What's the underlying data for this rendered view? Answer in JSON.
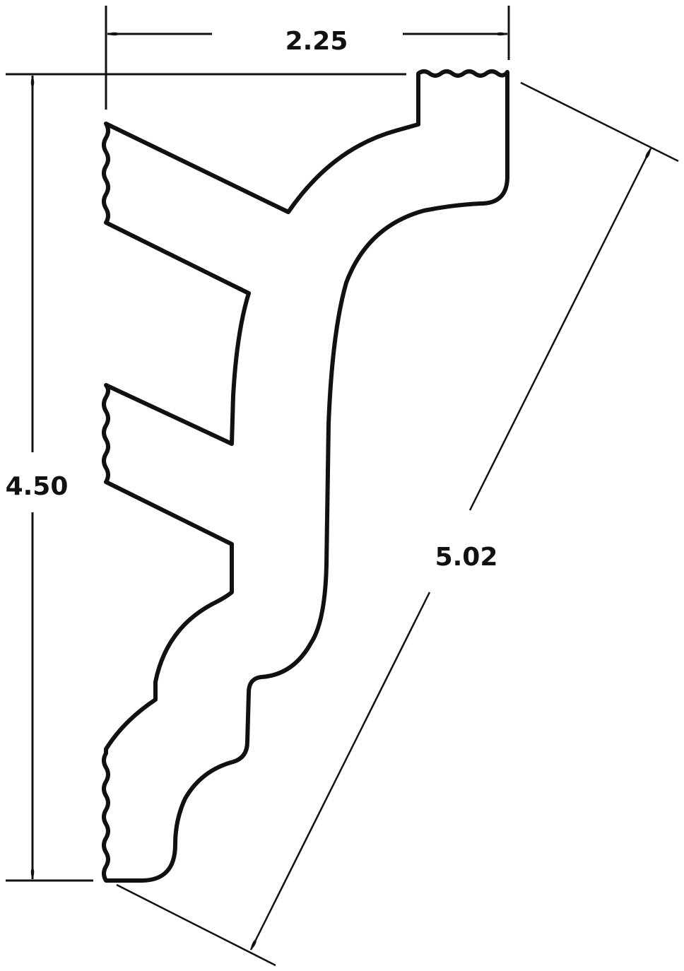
{
  "drawing": {
    "subject": "crown molding profile",
    "line_color": "#111111",
    "background": "#ffffff",
    "dimensions": {
      "width": {
        "label": "2.25",
        "orientation": "horizontal"
      },
      "height": {
        "label": "4.50",
        "orientation": "vertical"
      },
      "diagonal": {
        "label": "5.02",
        "orientation": "diagonal"
      }
    }
  }
}
